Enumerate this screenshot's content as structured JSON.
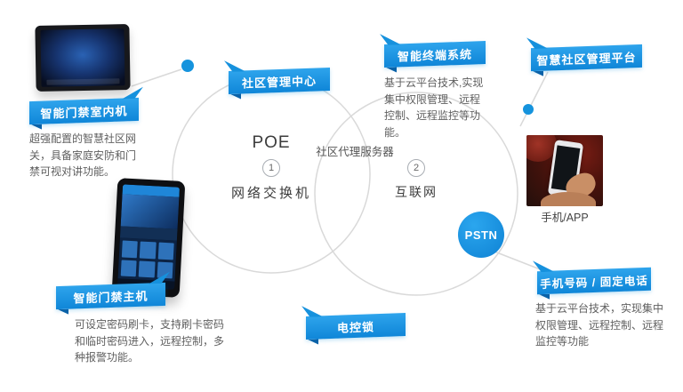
{
  "colors": {
    "accent_blue": "#1593dd",
    "circle_gray": "#d9d9d9",
    "banner_fold": "#0a62a8"
  },
  "center": {
    "poe_label": "POE",
    "step1": "1",
    "switch_label": "网络交换机",
    "proxy_label": "社区代理服务器",
    "step2": "2",
    "internet_label": "互联网",
    "pstn_label": "PSTN"
  },
  "banners": {
    "indoor_unit": "智能门禁室内机",
    "community_center": "社区管理中心",
    "terminal_system": "智能终端系统",
    "platform": "智慧社区管理平台",
    "main_unit": "智能门禁主机",
    "electric_lock": "电控锁",
    "phone_line": "手机号码 / 固定电话"
  },
  "descriptions": {
    "indoor_unit": "超强配置的智慧社区网关，具备家庭安防和门禁可视对讲功能。",
    "terminal_system": "基于云平台技术,实现集中权限管理、远程控制、远程监控等功能。",
    "main_unit": "可设定密码刷卡，支持刷卡密码和临时密码进入，远程控制，多种报警功能。",
    "phone_line": "基于云平台技术，实现集中权限管理、远程控制、远程监控等功能"
  },
  "labels": {
    "phone_app": "手机/APP"
  }
}
